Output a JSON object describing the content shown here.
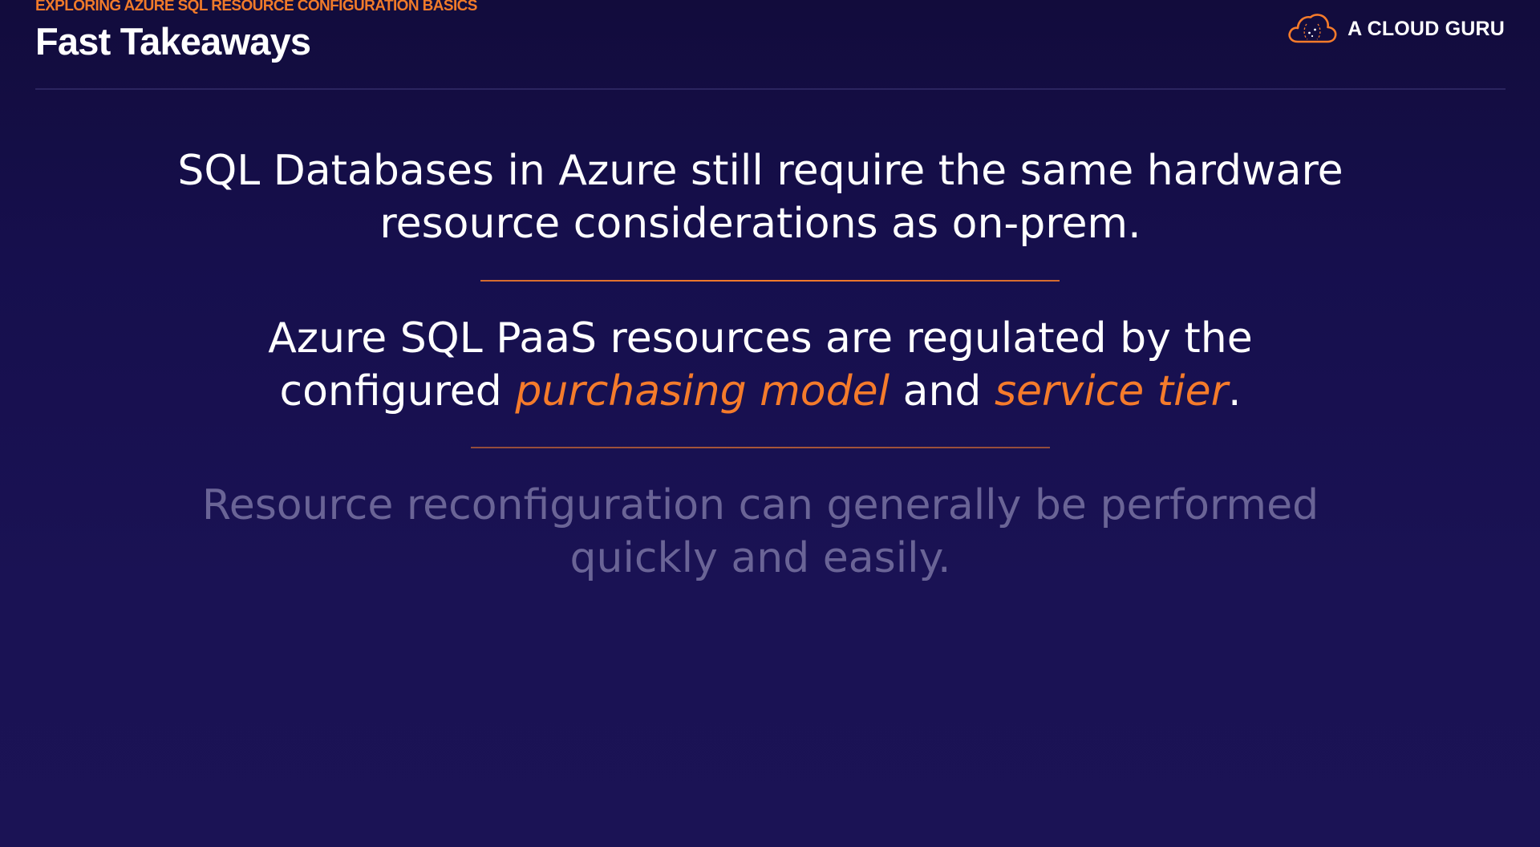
{
  "header": {
    "eyebrow": "EXPLORING AZURE SQL RESOURCE CONFIGURATION BASICS",
    "title": "Fast Takeaways"
  },
  "brand": {
    "name": "A CLOUD GURU",
    "icon": "cloud-icon",
    "accent_color": "#f57b2b"
  },
  "takeaways": [
    {
      "text": "SQL Databases in Azure still require the same hardware resource considerations as on-prem."
    },
    {
      "before": "Azure SQL PaaS resources are regulated by the configured ",
      "highlight1": "purchasing model",
      "middle": " and ",
      "highlight2": "service tier",
      "after": "."
    },
    {
      "text": "Resource reconfiguration can generally be performed quickly and easily."
    }
  ],
  "colors": {
    "background": "#160f4d",
    "text": "#ffffff",
    "accent": "#f57b2b",
    "dimmed_text": "#6a6496"
  }
}
